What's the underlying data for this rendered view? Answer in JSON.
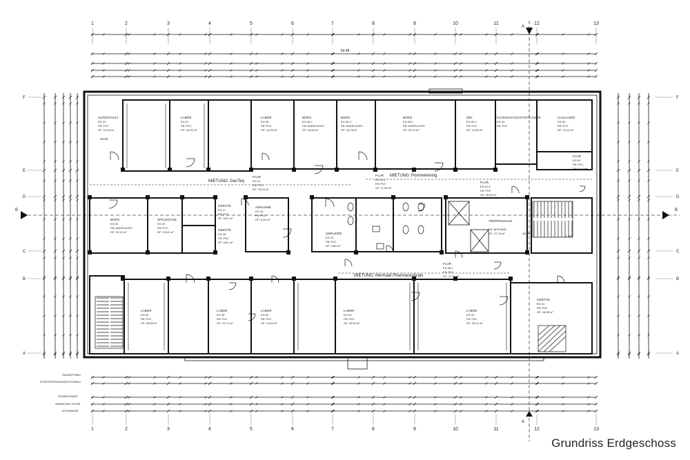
{
  "caption": "Grundriss Erdgeschoss",
  "grid_columns": [
    "1",
    "2",
    "3",
    "4",
    "5",
    "6",
    "7",
    "8",
    "9",
    "10",
    "11",
    "12",
    "13"
  ],
  "grid_rows": [
    "F",
    "E",
    "D",
    "C",
    "B",
    "A"
  ],
  "section_marker": "A",
  "section_marker_side": "B",
  "rooms": [
    {
      "name": "AUFENTHALT",
      "id": "EG.10",
      "fb": "FB: PVC",
      "gf": "GF: 10,93 m²"
    },
    {
      "name": "LABOR",
      "id": "EG.07",
      "fb": "FB: PVC",
      "gf": "GF: 44,91 m²"
    },
    {
      "name": "LABOR",
      "id": "EG.06",
      "fb": "FB: PVC",
      "gf": "GF: 14,99 m²"
    },
    {
      "name": "BÜRO",
      "id": "EG.06.2",
      "fb": "FB: NADELVLIES",
      "gf": "GF: 15,60 m²"
    },
    {
      "name": "BÜRO",
      "id": "EG.06.3",
      "fb": "FB: NADELVLIES",
      "gf": "GF: 13,78 m²"
    },
    {
      "name": "BÜRO",
      "id": "EG.05.1",
      "fb": "FB: NADELVLIES",
      "gf": "GF: 29,14 m²"
    },
    {
      "name": "ZBY",
      "id": "EG.05.2",
      "fb": "FB: PVC",
      "gf": "GF: 13,80 m²"
    },
    {
      "name": "FLÜSSIGSTICKSTOFFLAGER",
      "id": "EG.04",
      "fb": "FB: PVC",
      "gf": ""
    },
    {
      "name": "GASLAGER",
      "id": "EG.03",
      "fb": "FB: PVC",
      "gf": "GF: 14,10 m²"
    },
    {
      "name": "FLUR",
      "id": "EG.02",
      "fb": "FB: PVC",
      "gf": "GF: 6,10 m²"
    },
    {
      "name": "FLUR",
      "id": "EG.11",
      "fb": "FB: PVC",
      "gf": "GF: 75,43 m²"
    },
    {
      "name": "FLUR",
      "id": "EG.01.5",
      "fb": "FB: PVC",
      "gf": "GF: 18,60 m²"
    },
    {
      "name": "FLUR",
      "id": "EG.12.1",
      "fb": "FB: PVC",
      "gf": "GF: 11,96 m²"
    },
    {
      "name": "BÜRO",
      "id": "EG.20",
      "fb": "FB: NADELVLIES",
      "gf": "GF: 15,32 m²"
    },
    {
      "name": "SPÜLKÜCHE",
      "id": "EG.19",
      "fb": "FB: PVC",
      "gf": "GF: 19,81 m²"
    },
    {
      "name": "GERÄTE",
      "id": "EG.17",
      "fb": "FB: PVC",
      "gf": "GF: 8,51 m²"
    },
    {
      "name": "GERÄTE",
      "id": "EG.18",
      "fb": "FB: PVC",
      "gf": "GF: 8,81 m²"
    },
    {
      "name": "ANNAHME",
      "id": "EG.16",
      "fb": "FB: PVC",
      "gf": "GF: 8,26 m²"
    },
    {
      "name": "UMKLEIDE",
      "id": "EG.13",
      "fb": "FB: PVC",
      "gf": "GF: 4,89 m²"
    },
    {
      "name": "TREPPENHAUS",
      "id": "",
      "fb": "FB: BESTAND",
      "gf": "GF: 12,75 m²"
    },
    {
      "name": "FLUR",
      "id": "EG.08.1",
      "fb": "FB: PVC",
      "gf": "GF: 21,71 m²"
    },
    {
      "name": "LABOR",
      "id": "EG.26",
      "fb": "FB: PVC",
      "gf": "GF: 28,55 m²"
    },
    {
      "name": "LABOR",
      "id": "EG.25",
      "fb": "FB: PVC",
      "gf": "GF: 12,71 m²"
    },
    {
      "name": "LABOR",
      "id": "EG.24",
      "fb": "FB: PVC",
      "gf": "GF: 12,82 m²"
    },
    {
      "name": "LABOR",
      "id": "EG.23",
      "fb": "FB: PVC",
      "gf": "GF: 44,54 m²"
    },
    {
      "name": "LABOR",
      "id": "EG.22",
      "fb": "FB: PVC",
      "gf": "GF: 43,12 m²"
    },
    {
      "name": "GERÄTE",
      "id": "EG.21",
      "fb": "FB: PVC",
      "gf": "GF: 16,96 m²"
    }
  ],
  "zones": [
    {
      "label": "MIETUNG: GenTeq"
    },
    {
      "label": "MIETUNG: Pommerening"
    },
    {
      "label": "MIETUNG: Mermaid Pharmaceuticals"
    }
  ],
  "legend_rows": [
    {
      "label": "RAUMÖFFNEN"
    },
    {
      "label": "FENSTERÖFFNUNGEN ROHBAU"
    },
    {
      "label": "GESAMTLÄNGE"
    },
    {
      "label": "WÄNDE AUF ACHSE"
    },
    {
      "label": "ACHSMASSE"
    }
  ],
  "level_marks": [
    "±0.00",
    "±0.00",
    "-1.42"
  ],
  "overall_dimension": "59.48"
}
